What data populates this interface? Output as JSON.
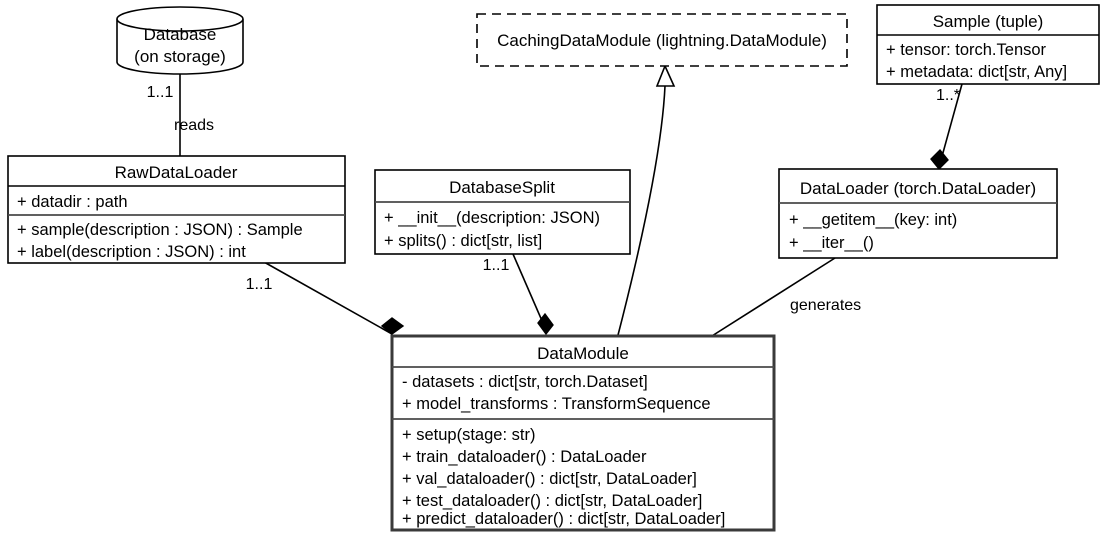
{
  "diagram": {
    "kind": "uml-class-diagram",
    "background": "#ffffff",
    "line_color": "#000000"
  },
  "nodes": {
    "database": {
      "name": "Database",
      "line1": "Database",
      "line2": "(on storage)",
      "shape": "cylinder"
    },
    "caching_data_module": {
      "title": "CachingDataModule (lightning.DataModule)",
      "shape": "dashed-box"
    },
    "sample": {
      "title": "Sample (tuple)",
      "attributes": [
        "+ tensor: torch.Tensor",
        "+ metadata: dict[str, Any]"
      ]
    },
    "raw_data_loader": {
      "title": "RawDataLoader",
      "attributes": [
        "+ datadir : path"
      ],
      "methods": [
        "+ sample(description : JSON) : Sample",
        "+ label(description : JSON) : int"
      ]
    },
    "database_split": {
      "title": "DatabaseSplit",
      "methods": [
        "+ __init__(description: JSON)",
        "+ splits() : dict[str, list]"
      ]
    },
    "data_loader": {
      "title": "DataLoader (torch.DataLoader)",
      "methods": [
        "+ __getitem__(key: int)",
        "+ __iter__()"
      ]
    },
    "data_module": {
      "title": "DataModule",
      "attributes": [
        "- datasets : dict[str, torch.Dataset]",
        "+ model_transforms : TransformSequence"
      ],
      "methods": [
        "+ setup(stage: str)",
        "+ train_dataloader() : DataLoader",
        "+ val_dataloader() : dict[str, DataLoader]",
        "+ test_dataloader() : dict[str, DataLoader]",
        "+ predict_dataloader() : dict[str, DataLoader]"
      ]
    }
  },
  "edges": {
    "database_to_rawdataloader": {
      "label": "reads",
      "multiplicity": "1..1",
      "type": "association"
    },
    "rawdataloader_to_datamodule": {
      "multiplicity": "1..1",
      "type": "composition"
    },
    "databasesplit_to_datamodule": {
      "multiplicity": "1..1",
      "type": "composition"
    },
    "sample_to_dataloader": {
      "multiplicity": "1..*",
      "type": "composition"
    },
    "datamodule_to_dataloader": {
      "label": "generates",
      "type": "association"
    },
    "datamodule_to_cachingdatamodule": {
      "type": "generalization"
    }
  }
}
